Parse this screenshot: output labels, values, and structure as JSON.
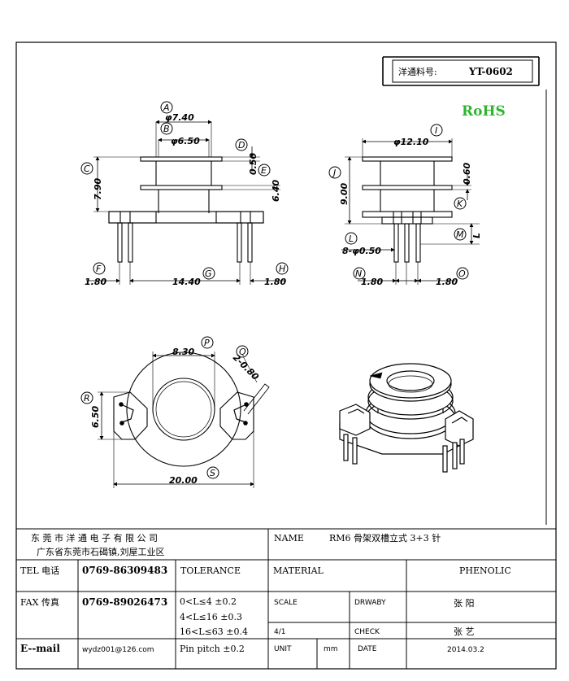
{
  "header": {
    "part_label": "洋通料号:",
    "part_no": "YT-0602",
    "rohs": "RoHS"
  },
  "dims": {
    "A": "A",
    "A_val": "φ7.40",
    "B": "B",
    "B_val": "φ6.50",
    "C": "C",
    "C_val": "7.90",
    "D": "D",
    "D_val": "0.50",
    "E": "E",
    "E_val": "6.40",
    "F": "F",
    "F_val": "1.80",
    "G": "G",
    "G_val": "14.40",
    "H": "H",
    "H_val": "1.80",
    "I": "I",
    "I_val": "φ12.10",
    "J": "J",
    "J_val": "9.00",
    "K": "K",
    "K_val": "0.60",
    "L": "L",
    "L_val": "8-φ0.50",
    "M": "M",
    "M_val": "L",
    "N": "N",
    "N_val": "1.80",
    "O": "O",
    "O_val": "1.80",
    "P": "P",
    "P_val": "8.30",
    "Q": "Q",
    "Q_val": "2-0.80",
    "R": "R",
    "R_val": "6.50",
    "S": "S",
    "S_val": "20.00"
  },
  "title_block": {
    "company": "东 莞 市 洋 通 电 子 有 限 公 司",
    "address": "广东省东莞市石碣镇,刘屋工业区",
    "name_label": "NAME",
    "name_value": "RM6 骨架双槽立式 3+3 针",
    "tel_label": "TEL 电话",
    "tel_value": "0769-86309483",
    "tolerance_label": "TOLERANCE",
    "material_label": "MATERIAL",
    "material_value": "PHENOLIC",
    "fax_label": "FAX 传真",
    "fax_value": "0769-89026473",
    "tol_1": "0<L≤4  ±0.2",
    "tol_2": "4<L≤16 ±0.3",
    "tol_3": "16<L≤63 ±0.4",
    "tol_4": "Pin pitch ±0.2",
    "scale_label": "SCALE",
    "drawby_label": "DRWABY",
    "drawby_value": "张 阳",
    "scale_value": "4/1",
    "check_label": "CHECK",
    "check_value": "张 艺",
    "email_label": "E--mail",
    "email_value": "wydz001@126.com",
    "unit_label": "UNIT",
    "unit_value": "mm",
    "date_label": "DATE",
    "date_value": "2014.03.2"
  }
}
